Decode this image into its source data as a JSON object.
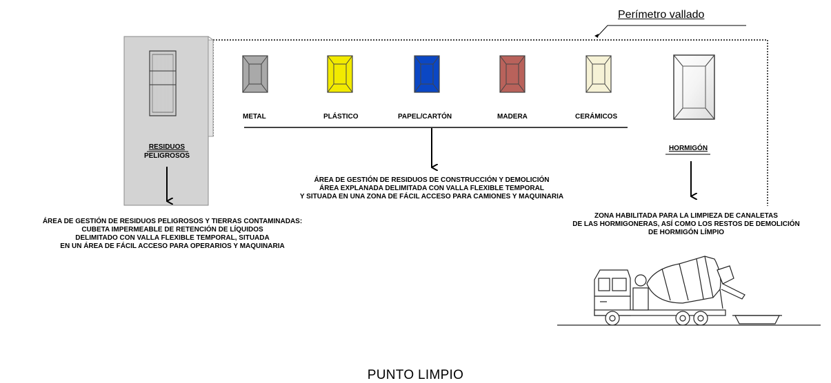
{
  "perimeter_label": "Perímetro vallado",
  "bins": [
    {
      "label": "METAL",
      "color": "#a9a9a9"
    },
    {
      "label": "PLÁSTICO",
      "color": "#f2ea00"
    },
    {
      "label": "PAPEL/CARTÓN",
      "color": "#0b47c4"
    },
    {
      "label": "MADERA",
      "color": "#b9625b"
    },
    {
      "label": "CERÁMICOS",
      "color": "#f6f2d6"
    }
  ],
  "hazardous": {
    "label_line1": "RESIDUOS",
    "label_line2": "PELIGROSOS",
    "area_color": "#d3d3d3",
    "description": [
      "ÁREA DE GESTIÓN DE RESIDUOS PELIGROSOS Y TIERRAS CONTAMINADAS:",
      "CUBETA IMPERMEABLE DE RETENCIÓN DE LÍQUIDOS",
      "DELIMITADO CON VALLA FLEXIBLE TEMPORAL, SITUADA",
      "EN UN ÁREA DE FÁCIL ACCESO PARA OPERARIOS Y MAQUINARIA"
    ]
  },
  "cdw_area": {
    "description": [
      "ÁREA DE GESTIÓN DE RESIDUOS DE CONSTRUCCIÓN Y DEMOLICIÓN",
      "ÁREA EXPLANADA DELIMITADA CON VALLA FLEXIBLE TEMPORAL",
      "Y SITUADA EN UNA ZONA DE FÁCIL ACCESO PARA CAMIONES Y MAQUINARIA"
    ]
  },
  "concrete": {
    "label": "HORMIGÓN",
    "description": [
      "ZONA HABILITADA PARA LA LIMPIEZA DE CANALETAS",
      "DE LAS HORMIGONERAS, ASÍ COMO LOS RESTOS DE DEMOLICIÓN",
      "DE HORMIGÓN LÍMPIO"
    ]
  },
  "title": "PUNTO LIMPIO"
}
